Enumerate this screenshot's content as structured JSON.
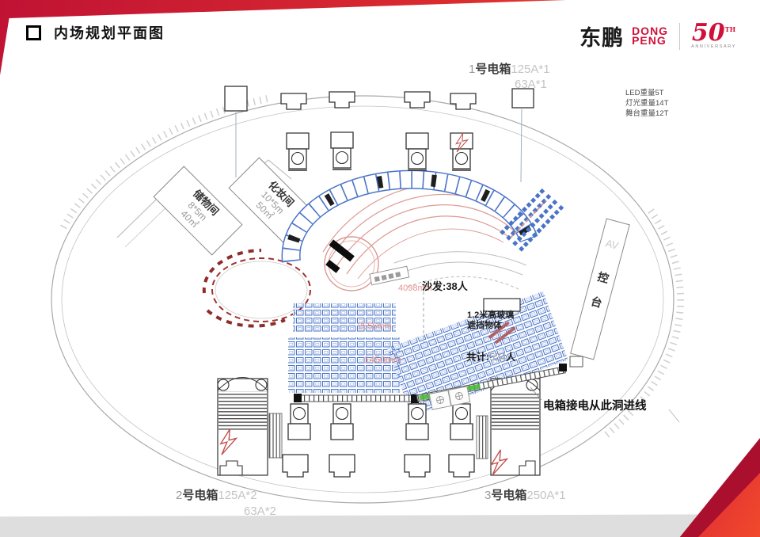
{
  "header": {
    "title": "内场规划平面图"
  },
  "logo": {
    "cn": "东鹏",
    "en_line1": "DONG",
    "en_line2": "PENG",
    "anniv_num": "50",
    "anniv_sup": "TH",
    "anniv_text": "ANNIVERSARY"
  },
  "weights": {
    "led": "LED重量5T",
    "light": "灯光重量14T",
    "stage": "舞台重量12T"
  },
  "electric_boxes": [
    {
      "num": "1",
      "title": "号电箱",
      "amp1": "125A*1",
      "amp2": "63A*1"
    },
    {
      "num": "2",
      "title": "号电箱",
      "amp1": "125A*2",
      "amp2": "63A*2"
    },
    {
      "num": "3",
      "title": "号电箱",
      "amp1": "250A*1",
      "amp2": ""
    }
  ],
  "rooms": [
    {
      "name": "储物间",
      "size": "8*5m",
      "area": "40㎡"
    },
    {
      "name": "化妆间",
      "size": "10*5m",
      "area": "50㎡"
    }
  ],
  "av_console": {
    "line1": "AV",
    "line2": "控",
    "line3": "台"
  },
  "annotations": {
    "sofa": "沙发:38人",
    "glass_line1": "1.2米高玻璃",
    "glass_line2": "遮挡物体",
    "total_prefix": "共计:",
    "total_value": "524",
    "total_suffix": "人",
    "inlet": "电箱接电从此洞进线"
  },
  "dimensions": {
    "d1": "4098mm",
    "d2": "2556mm",
    "d3": "1450mm"
  },
  "colors": {
    "accent_red": "#d0103a",
    "seat_blue": "#4a74c8",
    "stage_pink": "#dc9a94",
    "truss_green": "#49b83b"
  }
}
